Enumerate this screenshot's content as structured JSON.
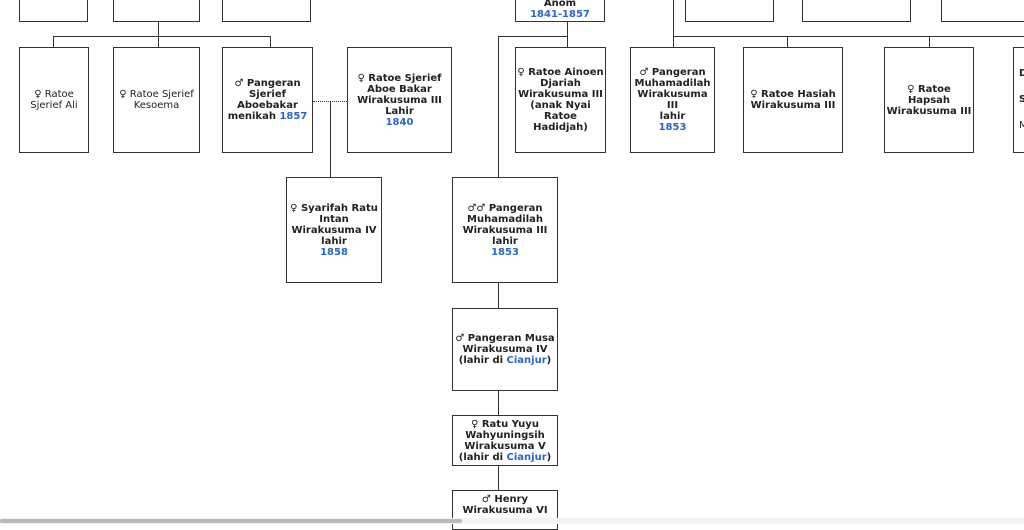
{
  "top_box": {
    "name": "Anom",
    "years": "1841-1857"
  },
  "row1": [
    {
      "sym": "♀",
      "name": "Ratoe Sjerief Ali"
    },
    {
      "sym": "♀",
      "name": "Ratoe Sjerief Kesoema"
    },
    {
      "sym": "♂",
      "name": "Pangeran Sjerief Aboebakar",
      "pre": "menikah",
      "year": "1857"
    },
    {
      "sym": "♀",
      "name": "Ratoe Sjerief Aboe Bakar Wirakusuma III",
      "pre": "Lahir",
      "year": "1840"
    },
    {
      "sym": "♀",
      "name": "Ratoe Ainoen Djariah Wirakusuma III (anak Nyai Ratoe Hadidjah)"
    },
    {
      "sym": "♂",
      "name": "Pangeran Muhamadilah Wirakusuma III",
      "pre": "lahir",
      "year": "1853"
    },
    {
      "sym": "♀",
      "name": "Ratoe Hasiah Wirakusuma III"
    },
    {
      "sym": "♀",
      "name": "Ratoe Hapsah Wirakusuma III"
    }
  ],
  "edge_box": {
    "line1": "D",
    "line2": "S",
    "line3": "M"
  },
  "child_syarifah": {
    "sym": "♀",
    "name": "Syarifah Ratu Intan Wirakusuma IV",
    "pre": "lahir",
    "year": "1858"
  },
  "lineage": [
    {
      "sym": "♂♂",
      "name": "Pangeran Muhamadilah Wirakusuma III",
      "pre": "lahir",
      "year": "1853"
    },
    {
      "sym": "♂",
      "name": "Pangeran Musa Wirakusuma IV",
      "pre": "(lahir di",
      "place": "Cianjur",
      "post": ")"
    },
    {
      "sym": "♀",
      "name": "Ratu Yuyu Wahyuningsih Wirakusuma V",
      "pre": "(lahir di",
      "place": "Cianjur",
      "post": ")"
    },
    {
      "sym": "♂",
      "name": "Henry Wirakusuma VI"
    }
  ]
}
